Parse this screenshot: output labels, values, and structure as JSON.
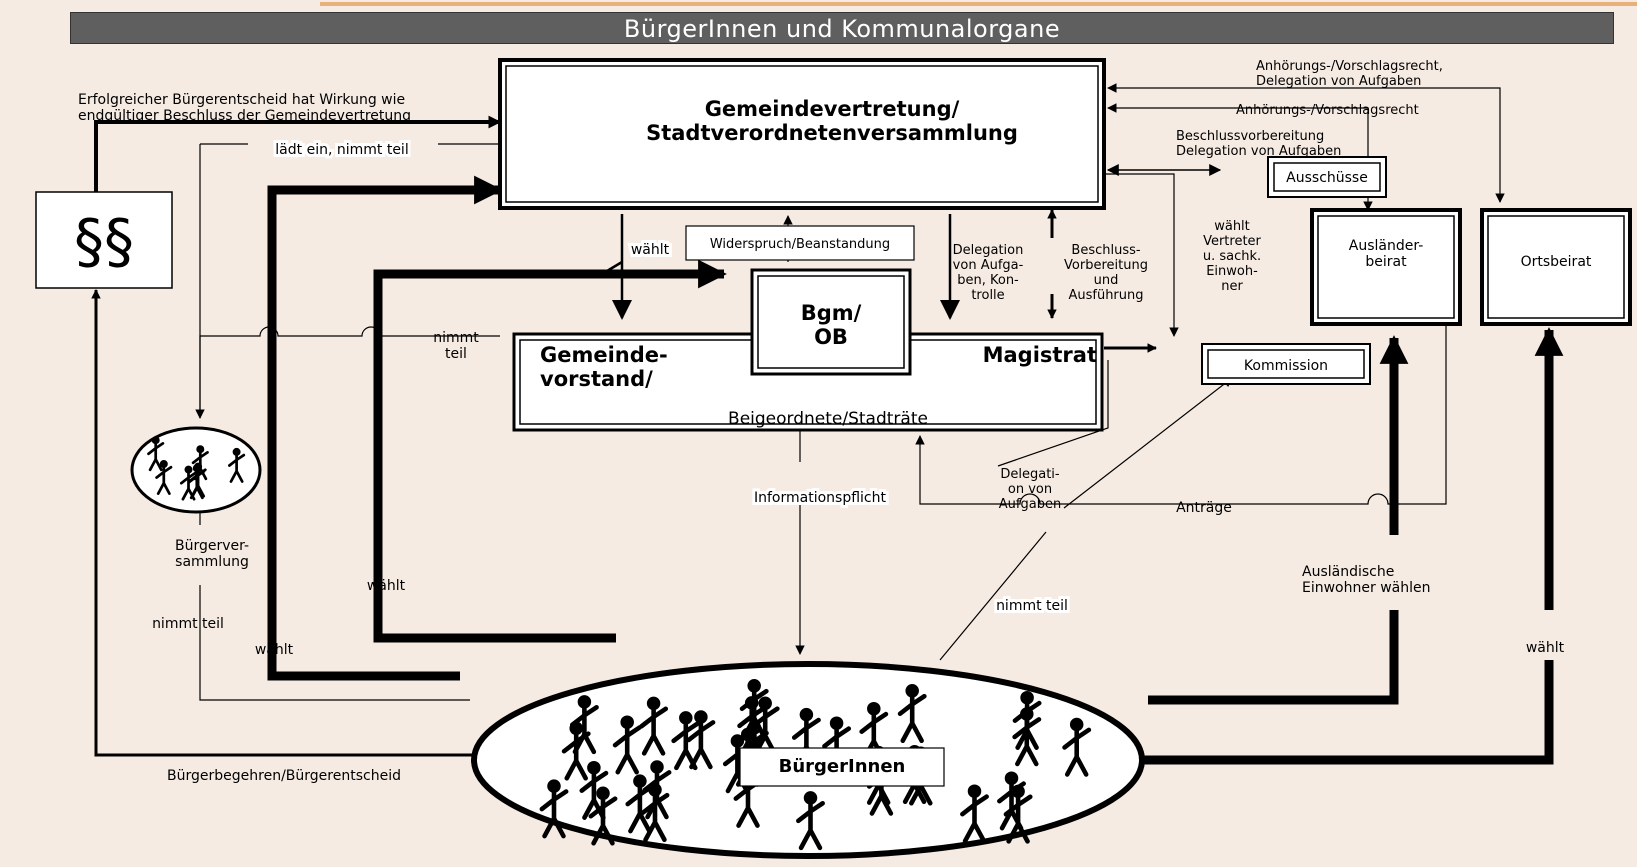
{
  "title": "BürgerInnen und Kommunalorgane",
  "accent_color": "#e8b07a",
  "titlebar_color": "#5f5f5f",
  "nodes": {
    "gemeindevertretung": [
      "Gemeindevertretung/",
      "Stadtverordnetenversammlung"
    ],
    "paragraph": "§§",
    "ausschuesse": "Ausschüsse",
    "auslaenderbeirat": [
      "Ausländer-",
      "beirat"
    ],
    "ortsbeirat": "Ortsbeirat",
    "widerspruch": "Widerspruch/Beanstandung",
    "bgm": [
      "Bgm/",
      "OB"
    ],
    "gemeindevorstand": [
      "Gemeinde-",
      "vorstand/"
    ],
    "magistrat": "Magistrat",
    "beigeordnete": "Beigeordnete/Stadträte",
    "kommission": "Kommission",
    "buergerinnen": "BürgerInnen"
  },
  "labels": {
    "erfolgreicher": [
      "Erfolgreicher Bürgerentscheid hat Wirkung wie",
      "endgültiger Beschluss der Gemeindevertretung"
    ],
    "laedt_ein": "lädt ein, nimmt teil",
    "anhoerung_delegation": [
      "Anhörungs-/Vorschlagsrecht,",
      "Delegation von Aufgaben"
    ],
    "anhoerung": "Anhörungs-/Vorschlagsrecht",
    "beschlussvorbereitung": [
      "Beschlussvorbereitung",
      "Delegation von Aufgaben"
    ],
    "waehlt_top": "wählt",
    "delegation_kontrolle": [
      "Delegation",
      "von Aufga-",
      "ben, Kon-",
      "trolle"
    ],
    "beschluss_vorbereitung": [
      "Beschluss-",
      "Vorbereitung",
      "und",
      "Ausführung"
    ],
    "waehlt_vertreter": [
      "wählt",
      "Vertreter",
      "u. sachk.",
      "Einwoh-",
      "ner"
    ],
    "nimmt_teil_mid": [
      "nimmt",
      "teil"
    ],
    "informationspflicht": "Informationspflicht",
    "delegation_aufgaben": [
      "Delegati-",
      "on von",
      "Aufgaben"
    ],
    "antraege": "Anträge",
    "buergerversammlung": [
      "Bürgerver-",
      "sammlung"
    ],
    "nimmt_teil_left": "nimmt teil",
    "waehlt_left": "wählt",
    "waehlt_inner": "wählt",
    "nimmt_teil_center": "nimmt teil",
    "auslaendische": [
      "Ausländische",
      "Einwohner wählen"
    ],
    "waehlt_right": "wählt",
    "buergerbegehren": "Bürgerbegehren/Bürgerentscheid"
  }
}
